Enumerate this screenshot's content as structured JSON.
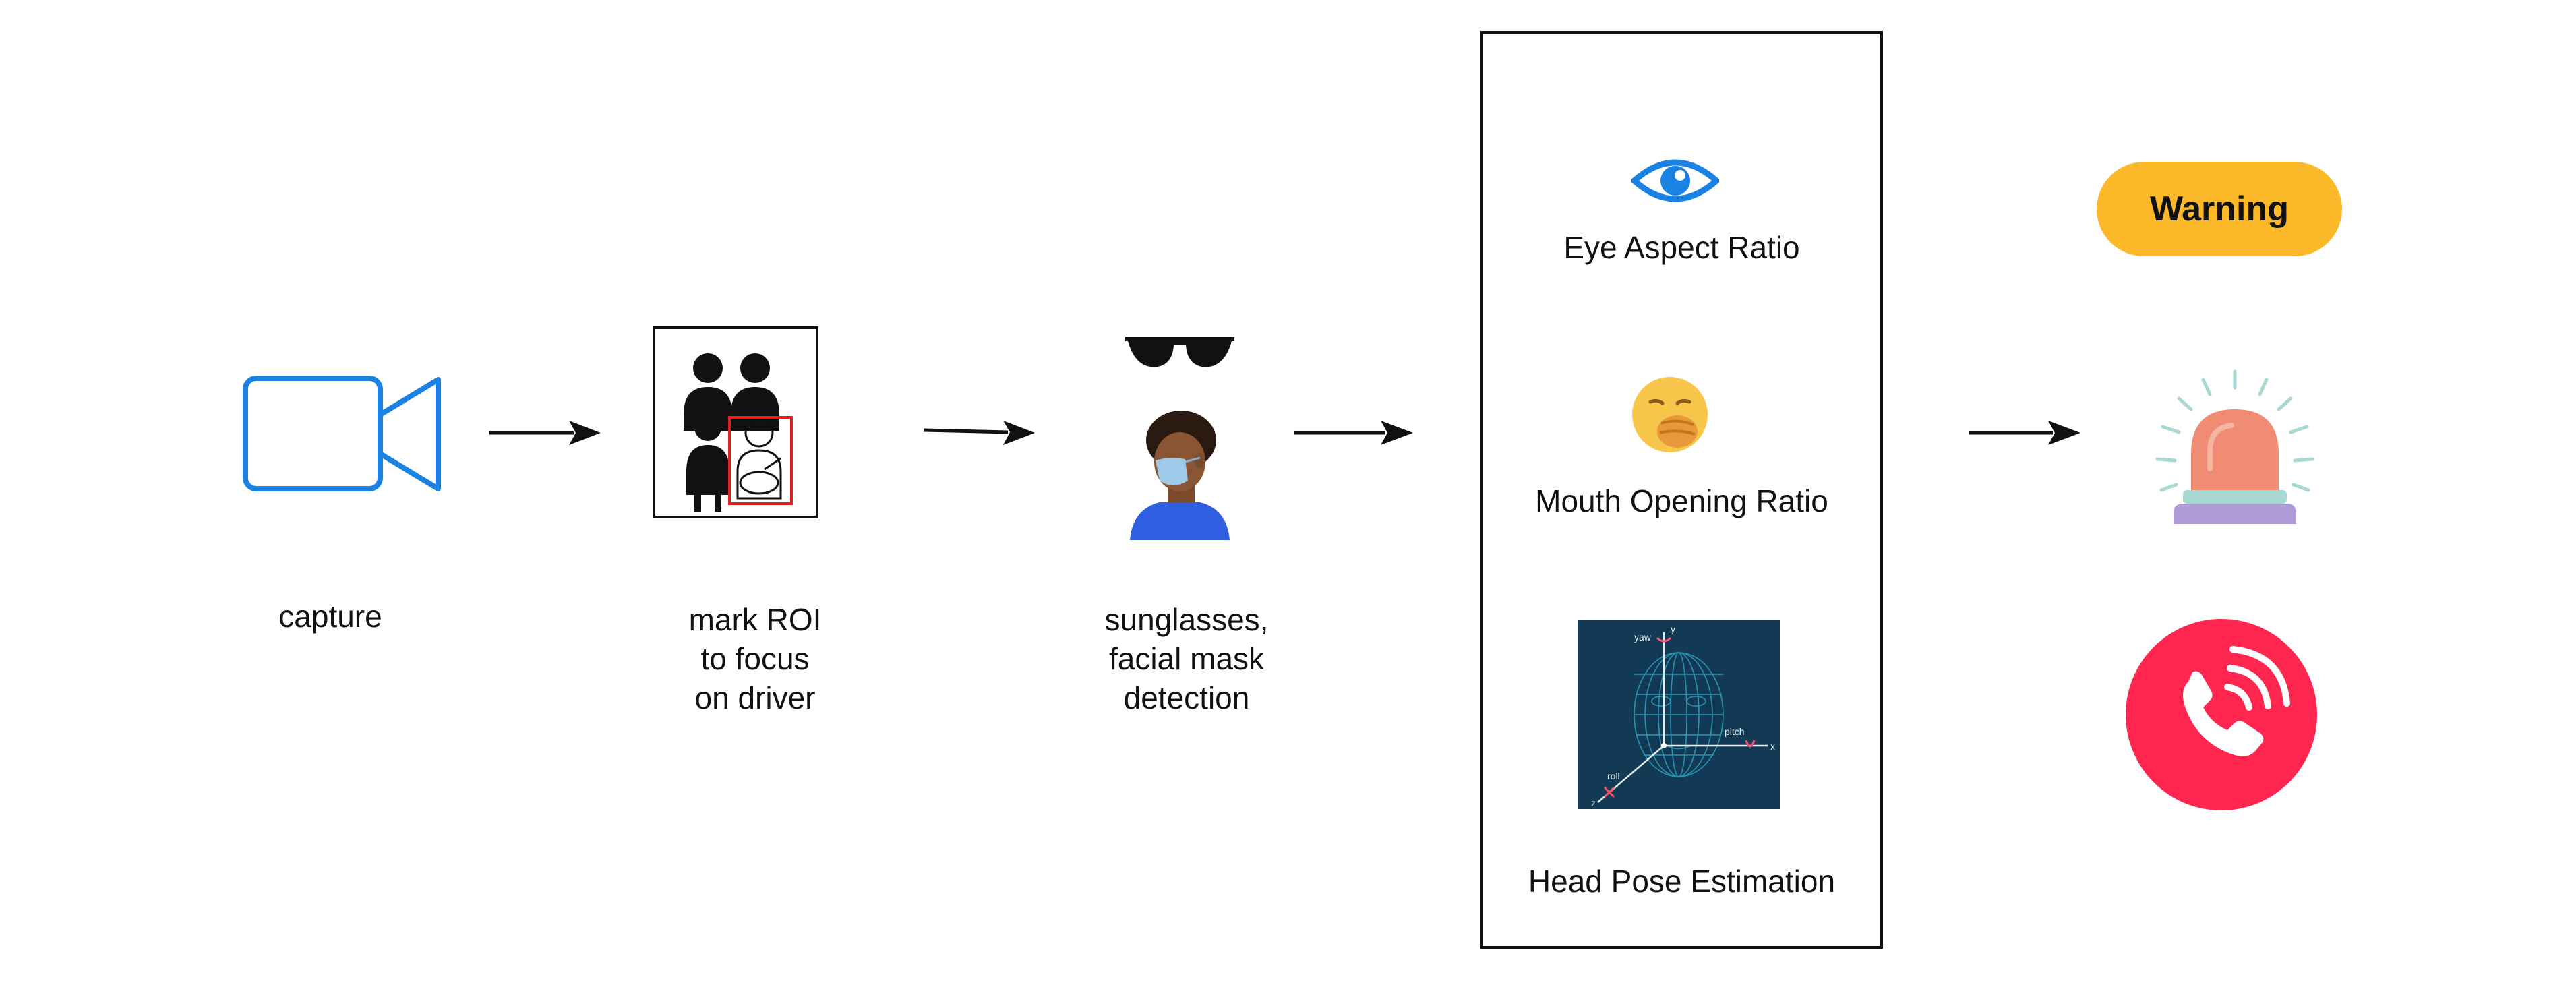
{
  "steps": {
    "capture": {
      "lines": [
        "capture"
      ]
    },
    "roi": {
      "lines": [
        "mark ROI",
        "to focus",
        "on driver"
      ]
    },
    "detection": {
      "lines": [
        "sunglasses,",
        "facial mask",
        "detection"
      ]
    }
  },
  "features": {
    "eye": "Eye Aspect Ratio",
    "mouth": "Mouth Opening Ratio",
    "head": "Head Pose Estimation",
    "head_axes": {
      "yaw": "yaw",
      "pitch": "pitch",
      "roll": "roll",
      "x": "x",
      "y": "y",
      "z": "z"
    }
  },
  "outputs": {
    "warning": "Warning"
  },
  "colors": {
    "camera": "#1a82e2",
    "warning": "#fbb829",
    "siren_dome": "#ef8c73",
    "siren_band": "#a9d8d2",
    "siren_base": "#b19ad8",
    "call": "#ff2650",
    "roi_box": "#e0221f"
  },
  "icons": [
    "video-camera-icon",
    "passengers-roi-icon",
    "sunglasses-icon",
    "masked-driver-icon",
    "eye-icon",
    "yawning-face-icon",
    "head-pose-mesh-icon",
    "siren-icon",
    "phone-call-icon"
  ]
}
